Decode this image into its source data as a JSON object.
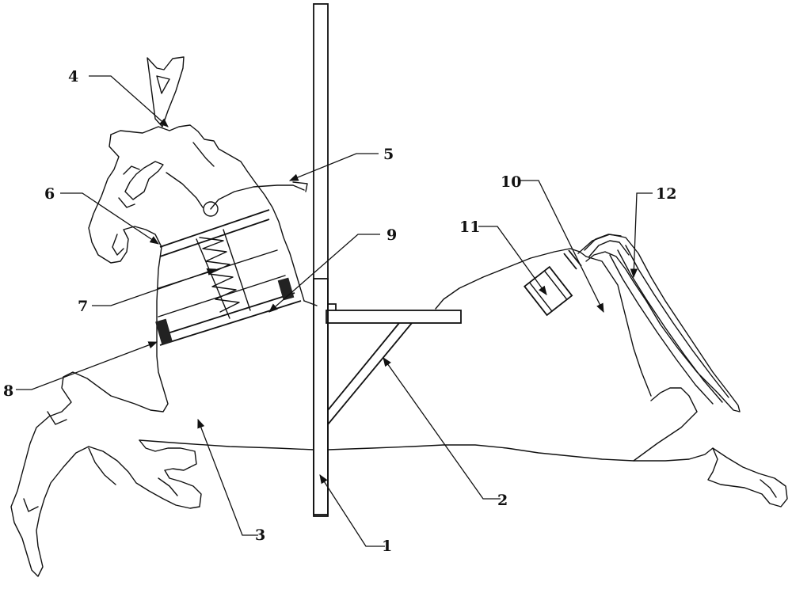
{
  "figure": {
    "labels": [
      "1",
      "2",
      "3",
      "4",
      "5",
      "6",
      "7",
      "8",
      "9",
      "10",
      "11",
      "12"
    ]
  }
}
